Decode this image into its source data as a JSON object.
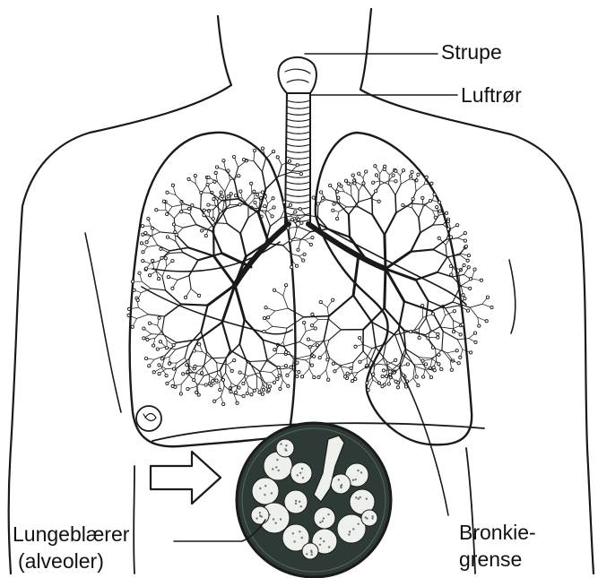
{
  "labels": {
    "larynx": "Strupe",
    "trachea": "Luftrør",
    "alveoli_line1": "Lungeblærer",
    "alveoli_line2": "(alveoler)",
    "bronchi_line1": "Bronkie-",
    "bronchi_line2": "grense"
  },
  "colors": {
    "ink": "#1a1a1a",
    "inset_background": "#2e3a36",
    "inset_tissue": "#eef0ec",
    "paper": "#ffffff"
  }
}
